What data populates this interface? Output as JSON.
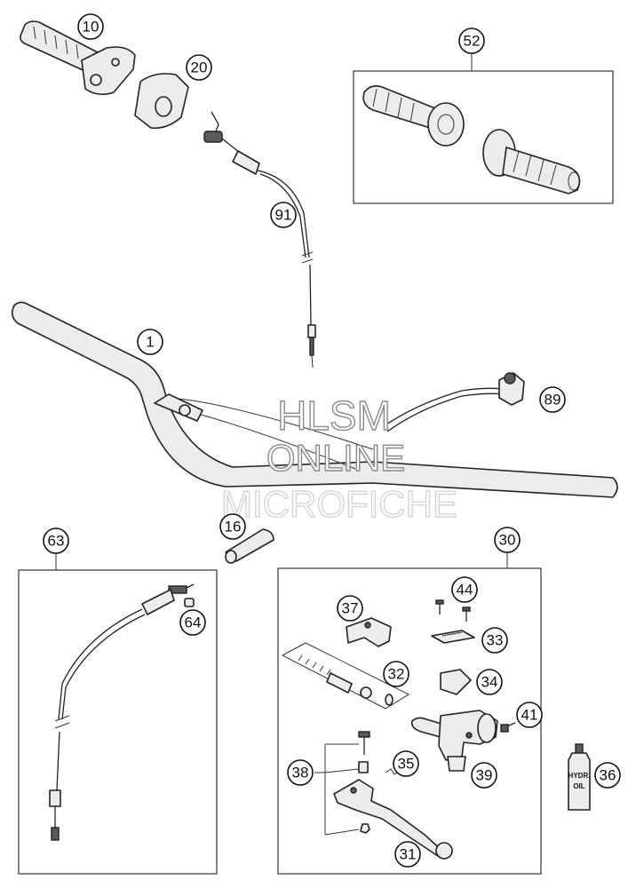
{
  "callouts": {
    "c10": "10",
    "c20": "20",
    "c52": "52",
    "c91": "91",
    "c1": "1",
    "c89": "89",
    "c16": "16",
    "c63": "63",
    "c64": "64",
    "c30": "30",
    "c44": "44",
    "c37": "37",
    "c33": "33",
    "c32": "32",
    "c34": "34",
    "c41": "41",
    "c35": "35",
    "c38": "38",
    "c39": "39",
    "c36": "36",
    "c31": "31"
  },
  "oil_label": {
    "line1": "HYDR.",
    "line2": "OIL"
  },
  "watermark": {
    "line1": "HLSM",
    "line2": "ONLINE",
    "line3": "MICROFICHE"
  }
}
